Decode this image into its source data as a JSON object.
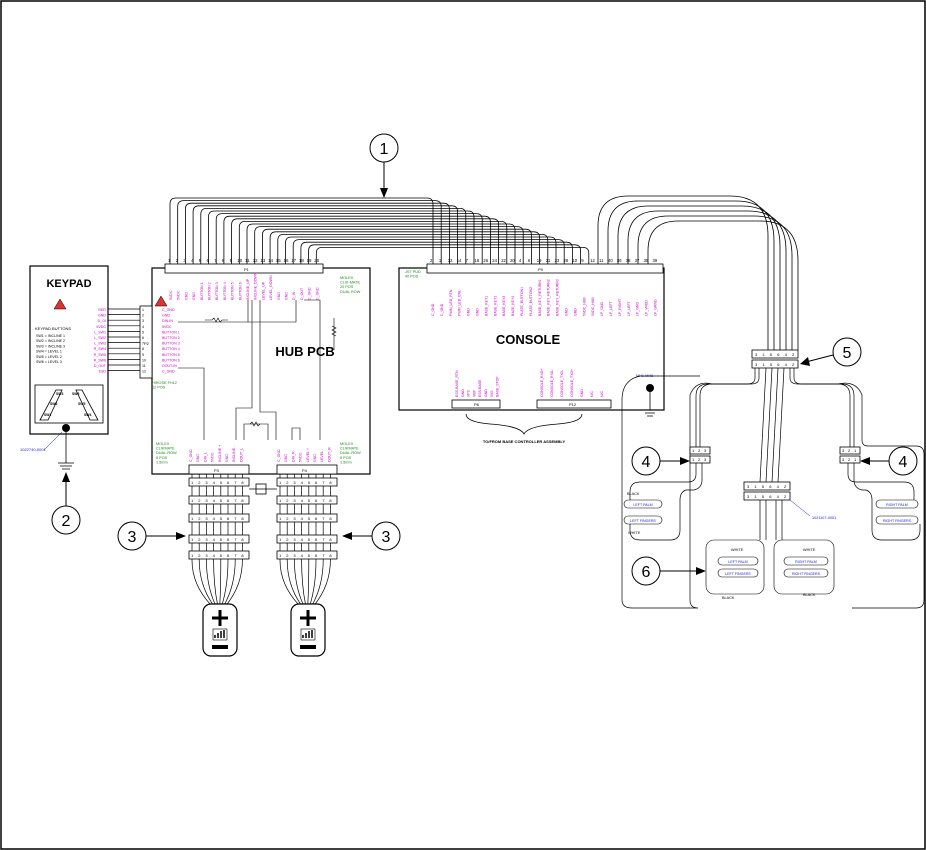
{
  "keypad": {
    "title": "KEYPAD",
    "buttons_heading": "KEYPAD BUTTONS",
    "button_map": [
      "SW1 = INCLINE 1",
      "SW2 = INCLINE 2",
      "SW3 = INCLINE 3",
      "SW4 = LEVEL 1",
      "SW5 = LEVEL 2",
      "SW6 = LEVEL 3"
    ],
    "pin_labels": [
      "RED",
      "GND",
      "D_OI",
      "5VDC",
      "L_SW1",
      "L_SW2",
      "L_SW3",
      "R_SW4",
      "R_SW5",
      "R_SW6",
      "D_OUT",
      "ESD"
    ],
    "pin_numbers": [
      "1",
      "2",
      "3",
      "4",
      "5",
      "6",
      "7",
      "8",
      "9",
      "10",
      "11",
      "12"
    ],
    "part_number": "1022740-0001",
    "sw_labels": [
      "SW1",
      "SW2",
      "SW3",
      "SW4",
      "SW5",
      "SW6"
    ]
  },
  "hub": {
    "title": "HUB PCB",
    "p1_label": "P1",
    "p1_conn": [
      "MOLEX",
      "CLIK-MATE",
      "20 POS",
      "DUAL ROW"
    ],
    "p1_pins": [
      "1",
      "2",
      "3",
      "4",
      "5",
      "6",
      "7",
      "8",
      "9",
      "10",
      "11",
      "12",
      "13",
      "14",
      "15",
      "16",
      "17",
      "18",
      "19",
      "20"
    ],
    "p1_signals": [
      "5VDC",
      "5VDC",
      "GND",
      "GND",
      "BUTTON 1",
      "BUTTON 2",
      "BUTTON 3",
      "BUTTON 4",
      "BUTTON 5",
      "BUTTON 6",
      "INCLINE_UP",
      "INCLINE_DOWN",
      "LEVEL_UP",
      "LEVEL_DOWN",
      "GND",
      "GND",
      "D_IN",
      "D_OUT",
      "C_GND",
      "C_GND"
    ],
    "p2_label": "P2",
    "p2_signals": [
      "C_GND",
      "GND",
      "DIN-IN",
      "5VDC",
      "BUTTON 1",
      "BUTTON 2",
      "BUTTON 3",
      "BUTTON 4",
      "BUTTON 5",
      "BUTTON 6",
      "DOUT-IN",
      "C_GND"
    ],
    "p2_conn": [
      "HIROSE FH12",
      "12 POS"
    ],
    "p3_label": "P3",
    "p3_signals": [
      "C_GND",
      "GND",
      "DIN_L",
      "5VDC",
      "INCLINE +",
      "GND",
      "INCLINE -",
      "DOUT_L"
    ],
    "p3_conn": [
      "MOLEX",
      "CLIKMATE",
      "DUAL-ROW",
      "8 POS",
      "1.5mm"
    ],
    "p4_label": "P4",
    "p4_signals": [
      "C_GND",
      "GND",
      "DIN_R",
      "5VDC",
      "LEVEL +",
      "GND",
      "LEVEL -",
      "DOUT_R"
    ],
    "p4_conn": [
      "MOLEX",
      "CLIKMATE",
      "DUAL-ROW",
      "8 POS",
      "1.5mm"
    ],
    "p3_pins": [
      "8",
      "7",
      "6",
      "5",
      "4",
      "3",
      "2",
      "1"
    ],
    "p4_pins": [
      "8",
      "7",
      "6",
      "5",
      "4",
      "3",
      "2",
      "1"
    ]
  },
  "console": {
    "title": "CONSOLE",
    "p9_label": "P9",
    "p9_conn": [
      "JST PUD",
      "40 POS."
    ],
    "p9_pins": [
      "2",
      "1",
      "32",
      "14",
      "7",
      "16",
      "26",
      "24",
      "22",
      "20",
      "4",
      "6",
      "19",
      "21",
      "23",
      "28",
      "10",
      "9",
      "12",
      "11",
      "40",
      "36",
      "38",
      "37",
      "35",
      "39"
    ],
    "p9_signals": [
      "C_GND",
      "C_GND",
      "PWM_LED_RTN",
      "PWM_LED_ENL",
      "GND",
      "GND",
      "BASE_KEY1",
      "BASE_KEY2",
      "BASE_KEY3",
      "BASE_KEY4",
      "PLATE_BUTTON1",
      "PLATE_BUTTON2",
      "BASE_KEY_RETURN1",
      "BASE_KEY_RETURN2",
      "BASE_KEY_RETURN3",
      "GND",
      "GND",
      "5VDC_HUB",
      "5VDC_HUB",
      "LP_GND",
      "LP_LEFT",
      "LP_RIGHT",
      "LP_LEFT",
      "LP_GND",
      "LP_VRED",
      "LP_GRND"
    ],
    "p8_label": "P8",
    "p8_signals": [
      "ESS-BASE_RTN",
      "GND",
      "VPS",
      "VBP",
      "ESS-BASE",
      "GND",
      "5VS",
      "BASE_STOP"
    ],
    "p12_label": "P12",
    "p12_signals": [
      "CONSOLE_RXD+",
      "CONSOLE_RXD-",
      "CONSOLE_TXD-",
      "CONSOLE_TXD+",
      "GND",
      "N/C",
      "N/C"
    ],
    "base_note": "TO/FROM BASE CONTROLLER ASSEMBLY",
    "mount_label": "MH1-MH8"
  },
  "grips": {
    "connector_pins_top": [
      "3",
      "1",
      "5",
      "6",
      "4",
      "2"
    ],
    "left_pins": [
      "1",
      "2",
      "3"
    ],
    "right_pins": [
      "3",
      "2",
      "1"
    ],
    "part_number": "1021107-0001",
    "left_palm": "LEFT PALM",
    "left_fingers": "LEFT FINGERS",
    "right_palm": "RIGHT PALM",
    "right_fingers": "RIGHT FINGERS",
    "black": "BLACK",
    "white": "WHITE"
  },
  "harness_pins": [
    "1",
    "2",
    "3",
    "4",
    "5",
    "6",
    "7",
    "8"
  ],
  "callouts": [
    "1",
    "2",
    "3",
    "3",
    "4",
    "4",
    "5",
    "6"
  ]
}
